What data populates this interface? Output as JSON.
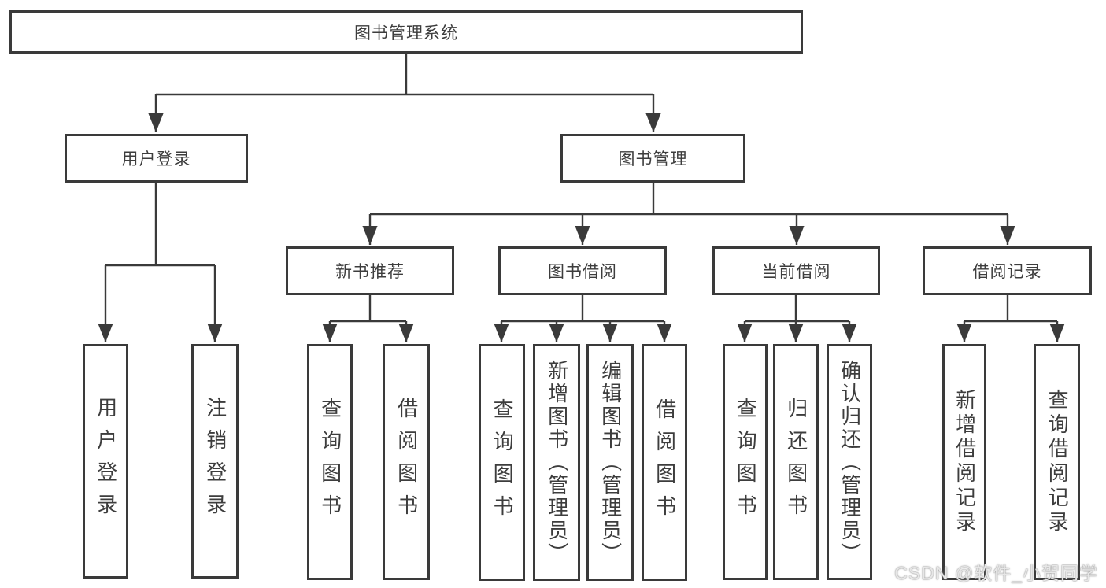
{
  "colors": {
    "line": "#3a3a3a",
    "box_border": "#3a3a3a",
    "text": "#3d3d3d",
    "background": "#ffffff",
    "watermark": "#e7e7e7"
  },
  "tree": {
    "root": {
      "label": "图书管理系统",
      "children": [
        {
          "label": "用户登录",
          "children": [
            {
              "label": "用户登录"
            },
            {
              "label": "注销登录"
            }
          ]
        },
        {
          "label": "图书管理",
          "children": [
            {
              "label": "新书推荐",
              "children": [
                {
                  "label": "查询图书"
                },
                {
                  "label": "借阅图书"
                }
              ]
            },
            {
              "label": "图书借阅",
              "children": [
                {
                  "label": "查询图书"
                },
                {
                  "label": "新增图书（管理员）"
                },
                {
                  "label": "编辑图书（管理员）"
                },
                {
                  "label": "借阅图书"
                }
              ]
            },
            {
              "label": "当前借阅",
              "children": [
                {
                  "label": "查询图书"
                },
                {
                  "label": "归还图书"
                },
                {
                  "label": "确认归还（管理员）"
                }
              ]
            },
            {
              "label": "借阅记录",
              "children": [
                {
                  "label": "新增借阅记录"
                },
                {
                  "label": "查询借阅记录"
                }
              ]
            }
          ]
        }
      ]
    }
  },
  "watermark": {
    "text": "CSDN @软件_小贺同学"
  }
}
